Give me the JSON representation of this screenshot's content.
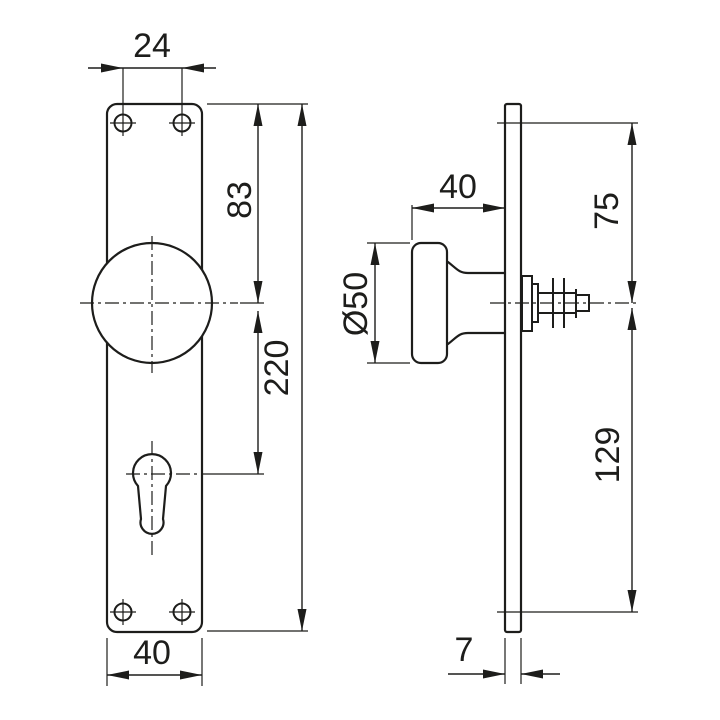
{
  "drawing": {
    "type": "technical-drawing",
    "subject": "door knob on long backplate, front and side views",
    "colors": {
      "line": "#1d1d1b",
      "background": "#ffffff"
    },
    "front_view": {
      "labels": {
        "hole_spacing_top": "24",
        "top_edge_to_knob_axis": "83",
        "total_height": "220",
        "plate_width": "40"
      }
    },
    "side_view": {
      "labels": {
        "knob_projection": "40",
        "knob_diameter": "Ø50",
        "knob_axis_to_top_hole": "75",
        "knob_axis_to_bottom_hole": "129",
        "plate_thickness": "7"
      }
    }
  }
}
